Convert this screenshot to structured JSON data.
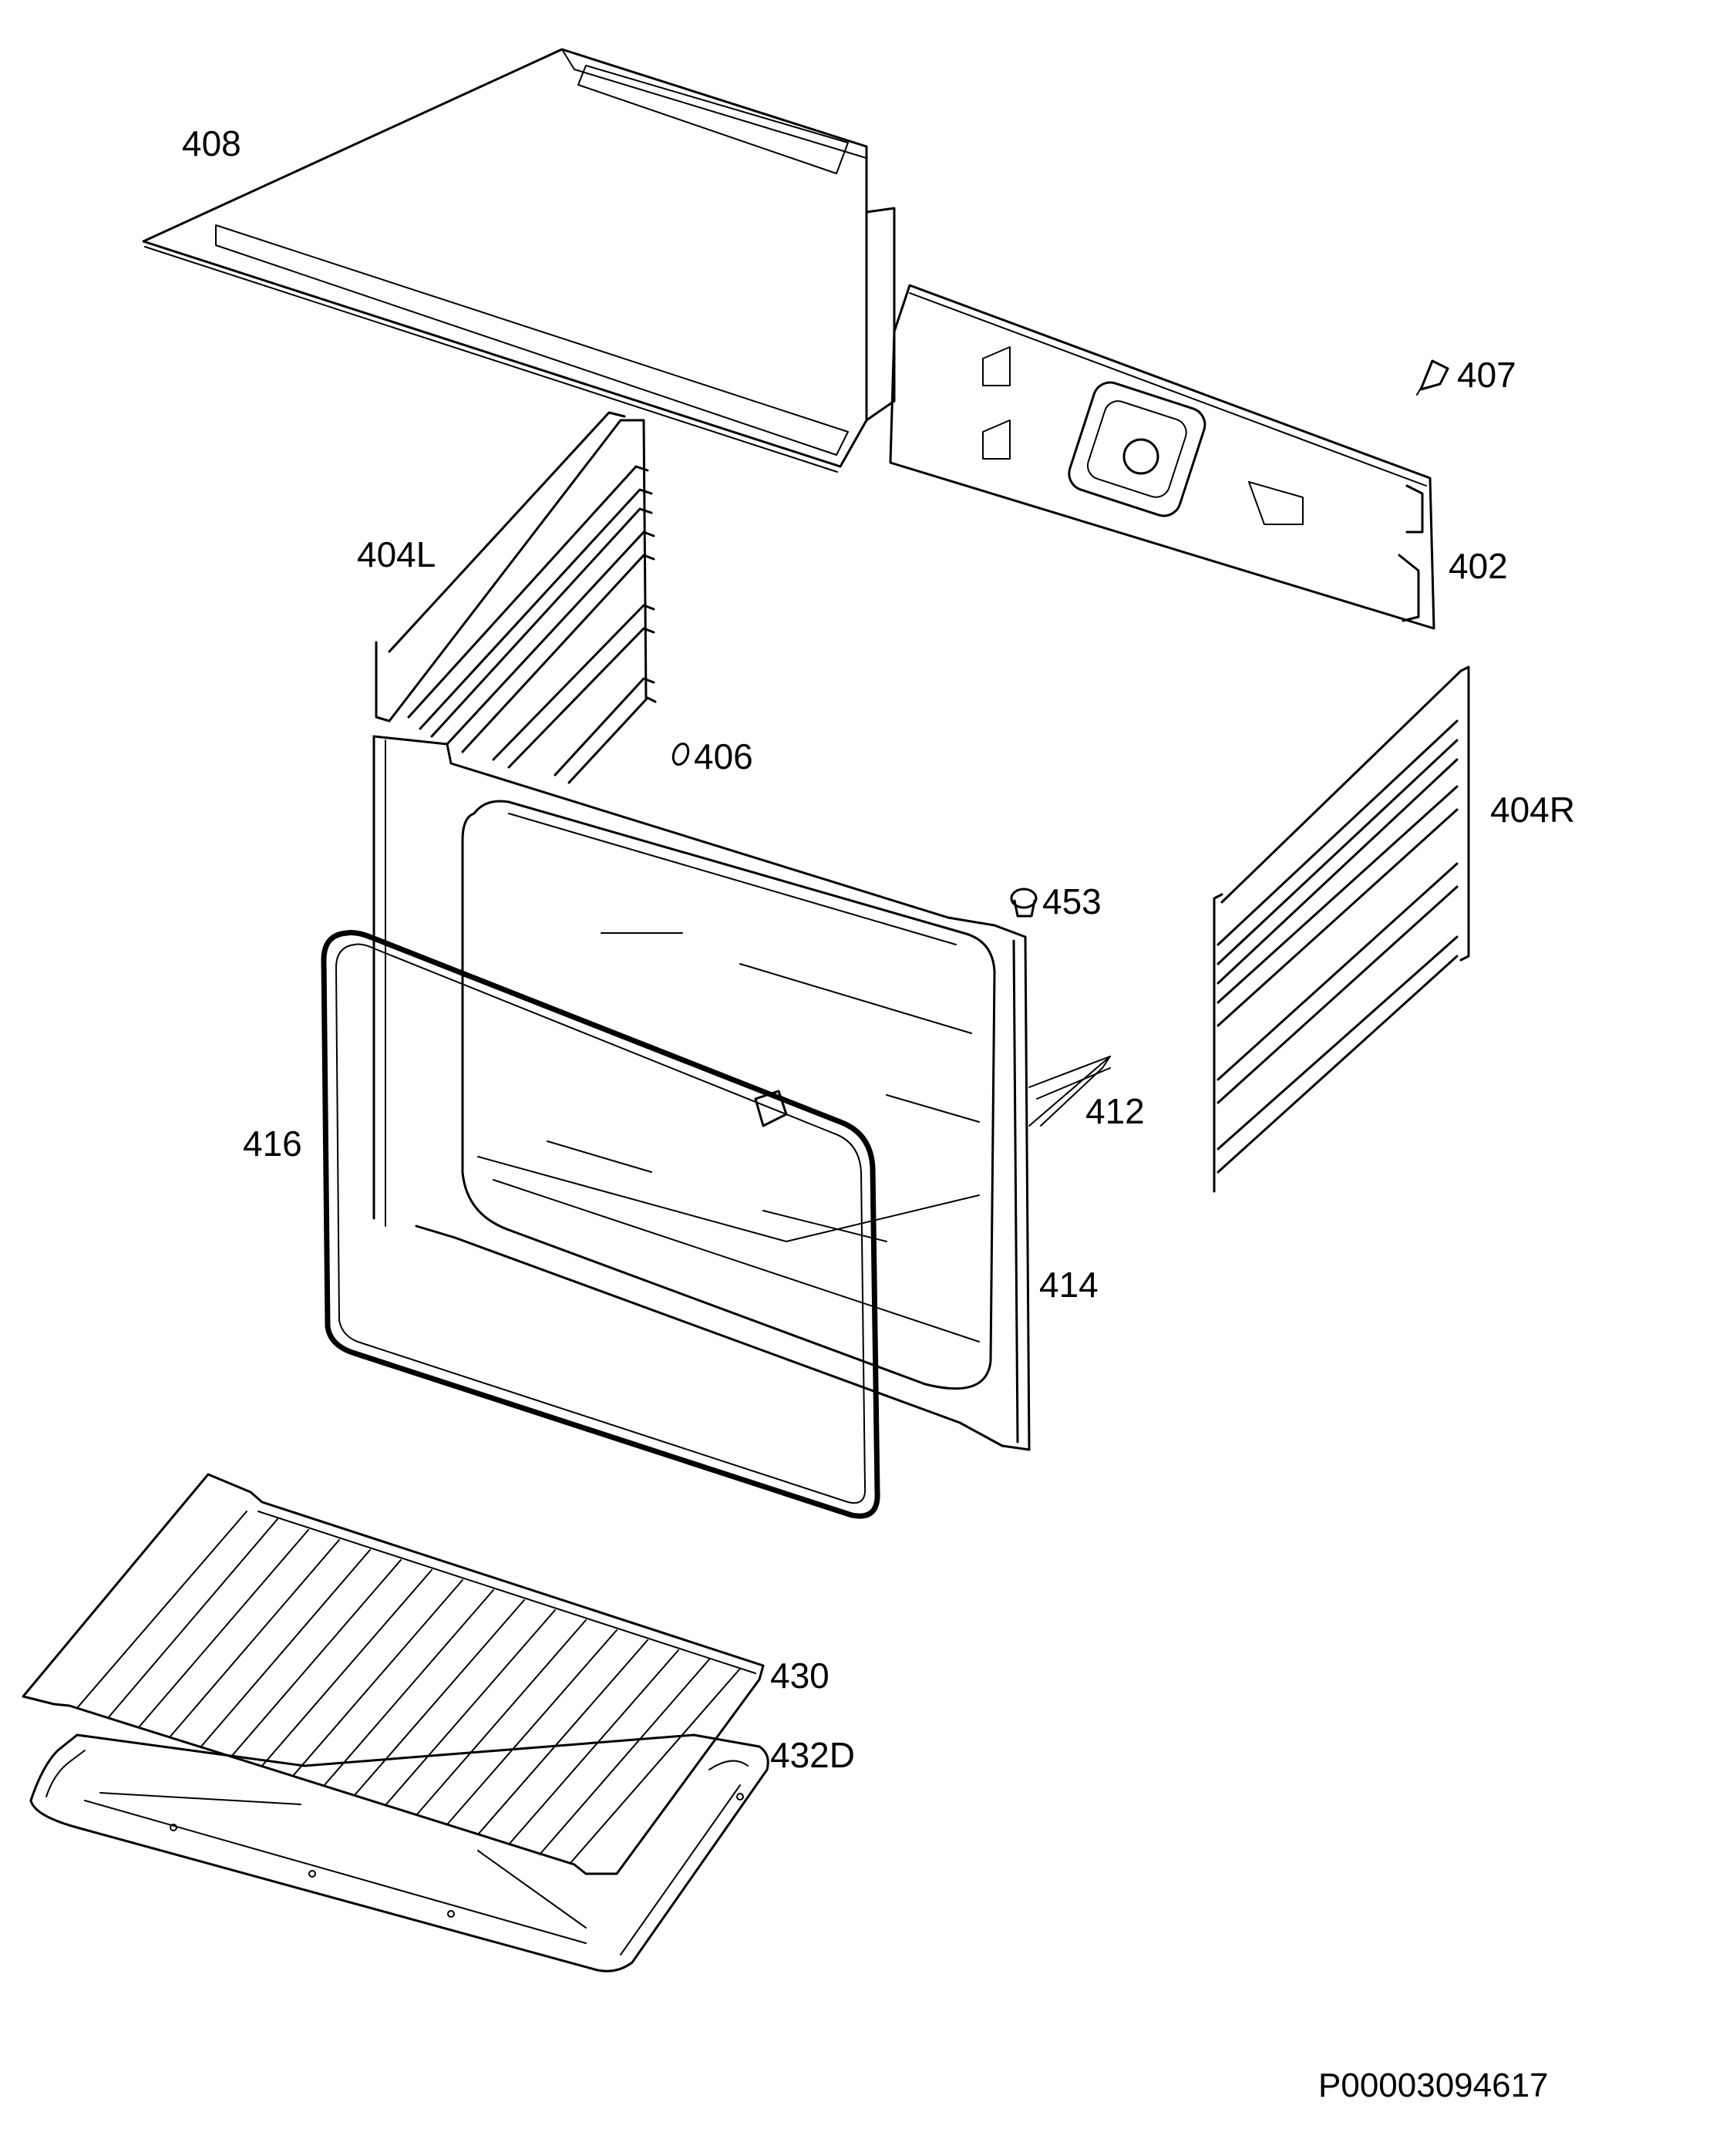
{
  "diagram": {
    "parts": [
      {
        "id": "top-panel",
        "label": "408"
      },
      {
        "id": "screw-407",
        "label": "407"
      },
      {
        "id": "rear-panel",
        "label": "402"
      },
      {
        "id": "shelf-support-left",
        "label": "404L"
      },
      {
        "id": "clip-406",
        "label": "406"
      },
      {
        "id": "shelf-support-right",
        "label": "404R"
      },
      {
        "id": "plug-453",
        "label": "453"
      },
      {
        "id": "bottom-plate",
        "label": "412"
      },
      {
        "id": "door-gasket",
        "label": "416"
      },
      {
        "id": "oven-cavity",
        "label": "414"
      },
      {
        "id": "wire-shelf",
        "label": "430"
      },
      {
        "id": "drip-tray",
        "label": "432D"
      }
    ],
    "drawing_code": "P00003094617"
  }
}
